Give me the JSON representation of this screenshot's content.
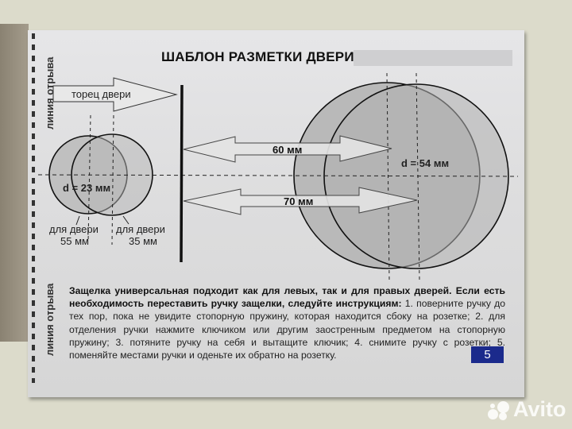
{
  "document": {
    "title": "ШАБЛОН  РАЗМЕТКИ ДВЕРИ",
    "tear_line_label": "линия отрыва",
    "page_number": "5"
  },
  "diagram": {
    "door_edge_arrow_label": "торец двери",
    "small_hole": {
      "diameter_label": "d = 23 мм",
      "left_caption_line1": "для двери",
      "left_caption_line2": "55 мм",
      "right_caption_line1": "для двери",
      "right_caption_line2": "35 мм"
    },
    "large_hole": {
      "diameter_label": "d = 54 мм"
    },
    "arrow_60_label": "60 мм",
    "arrow_70_label": "70 мм"
  },
  "instructions": {
    "bold_part": "Защелка универсальная подходит как для левых, так и для правых дверей. Если есть необходимость переставить ручку защелки, следуйте инструкциям:",
    "regular_part": " 1. поверните ручку до тех пор, пока не увидите стопорную пружину, которая находится сбоку на розетке; 2. для отделения ручки нажмите ключиком или другим заостренным предметом на стопорную пружину; 3. потяните ручку на себя и вытащите ключик; 4. снимите ручку с розетки; 5. поменяйте местами ручки и оденьте их обратно на розетку."
  },
  "watermark": {
    "text": "Avito"
  },
  "colors": {
    "page_number_bg": "#1b2a8c",
    "circle_fill": "#b8b8b8"
  }
}
